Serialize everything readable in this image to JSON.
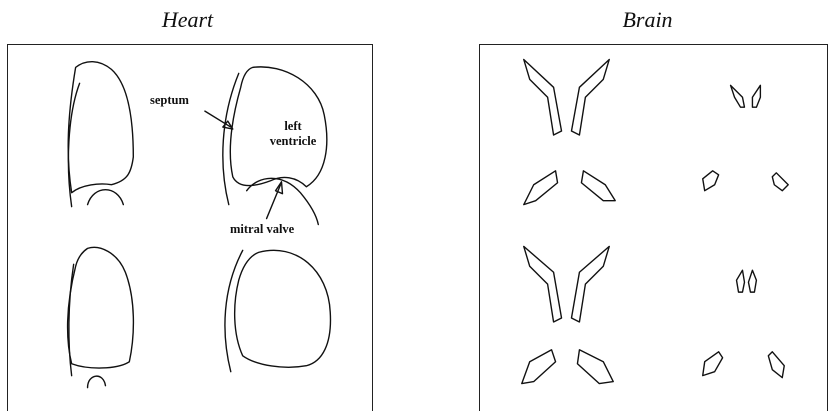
{
  "panels": {
    "heart": {
      "title": "Heart",
      "labels": {
        "septum": "septum",
        "left_ventricle_line1": "left",
        "left_ventricle_line2": "ventricle",
        "mitral_valve": "mitral valve"
      }
    },
    "brain": {
      "title": "Brain"
    }
  },
  "colors": {
    "ink": "#111111",
    "background": "#ffffff"
  }
}
